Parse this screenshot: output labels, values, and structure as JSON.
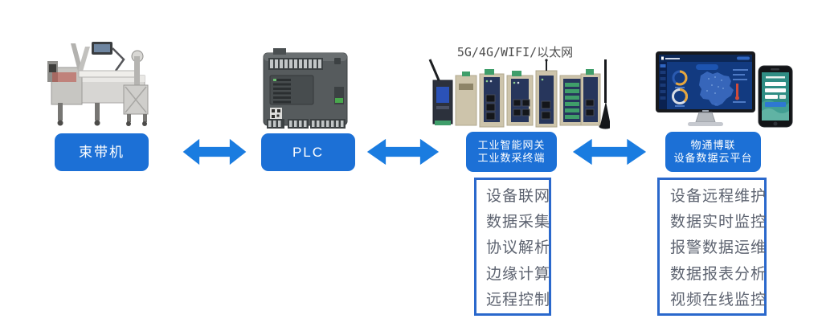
{
  "diagram": {
    "connectivity_label": "5G/4G/WIFI/以太网",
    "nodes": {
      "machine": {
        "label": "束带机"
      },
      "plc": {
        "label": "PLC"
      },
      "gateway": {
        "line1": "工业智能网关",
        "line2": "工业数采终端"
      },
      "cloud": {
        "line1": "物通博联",
        "line2": "设备数据云平台"
      }
    },
    "gateway_functions": [
      "设备联网",
      "数据采集",
      "协议解析",
      "边缘计算",
      "远程控制"
    ],
    "cloud_functions": [
      "设备远程维护",
      "数据实时监控",
      "报警数据运维",
      "数据报表分析",
      "视频在线监控"
    ],
    "colors": {
      "node_fill": "#1c70d6",
      "node_text": "#ffffff",
      "arrow": "#1a7ce0",
      "list_border": "#2a68cc",
      "list_text": "#5d6370",
      "connectivity_text": "#4d4d4d"
    }
  }
}
